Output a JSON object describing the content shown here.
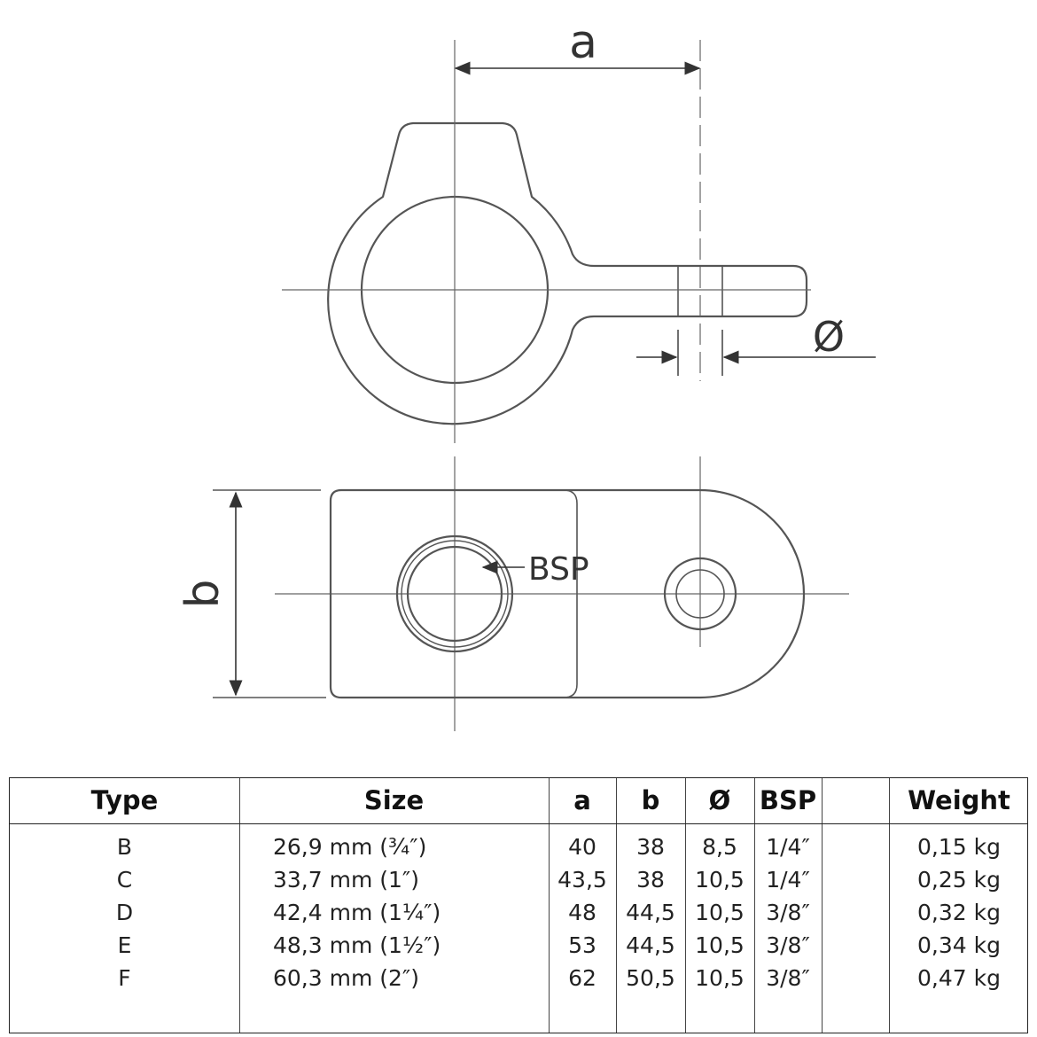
{
  "drawing": {
    "dimension_a": "a",
    "dimension_b": "b",
    "dimension_phi": "Ø",
    "bsp_label": "BSP"
  },
  "table": {
    "headers": {
      "type": "Type",
      "size": "Size",
      "a": "a",
      "b": "b",
      "phi": "Ø",
      "bsp": "BSP",
      "blank": "",
      "weight": "Weight"
    },
    "rows": [
      {
        "type": "B",
        "size": "26,9 mm (¾″)",
        "a": "40",
        "b": "38",
        "phi": "8,5",
        "bsp": "1/4″",
        "weight": "0,15 kg"
      },
      {
        "type": "C",
        "size": "33,7 mm (1″)",
        "a": "43,5",
        "b": "38",
        "phi": "10,5",
        "bsp": "1/4″",
        "weight": "0,25 kg"
      },
      {
        "type": "D",
        "size": "42,4 mm (1¼″)",
        "a": "48",
        "b": "44,5",
        "phi": "10,5",
        "bsp": "3/8″",
        "weight": "0,32 kg"
      },
      {
        "type": "E",
        "size": "48,3 mm (1½″)",
        "a": "53",
        "b": "44,5",
        "phi": "10,5",
        "bsp": "3/8″",
        "weight": "0,34 kg"
      },
      {
        "type": "F",
        "size": "60,3 mm (2″)",
        "a": "62",
        "b": "50,5",
        "phi": "10,5",
        "bsp": "3/8″",
        "weight": "0,47 kg"
      }
    ]
  }
}
